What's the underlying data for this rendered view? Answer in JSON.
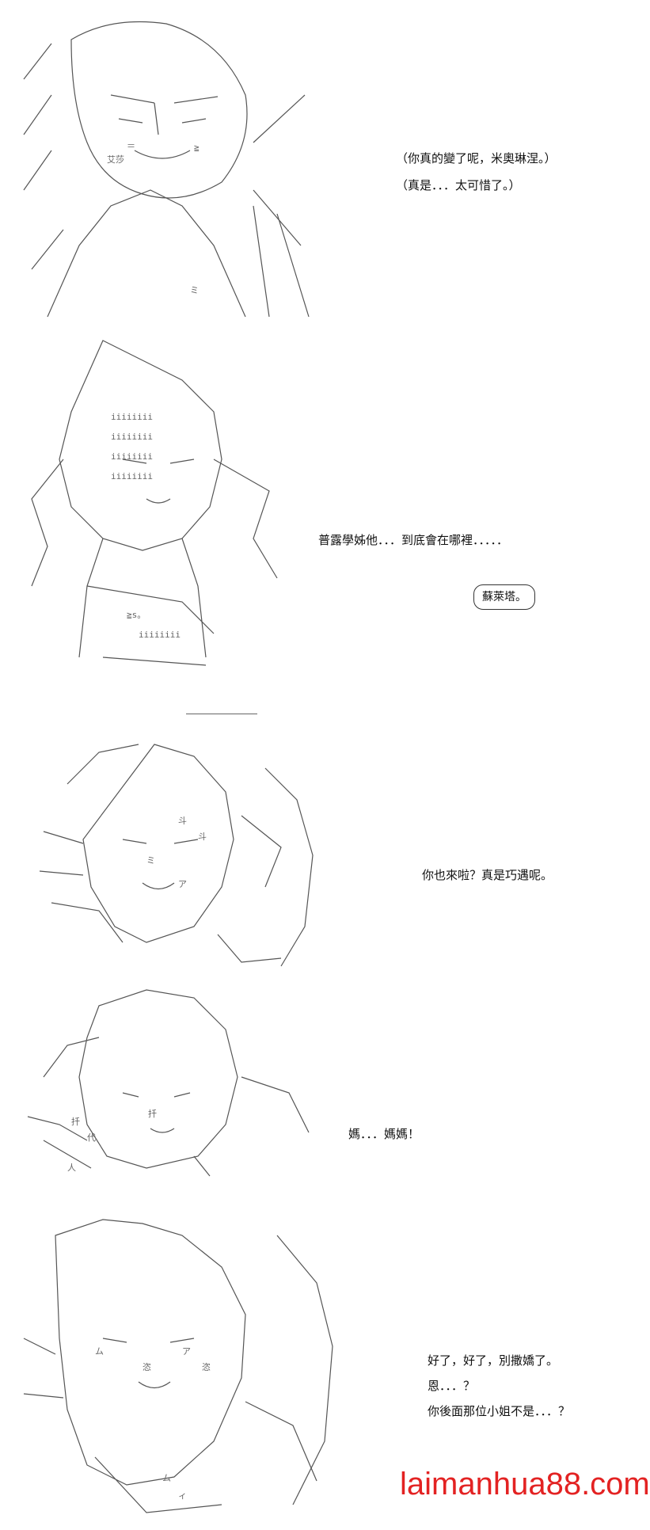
{
  "panels": [
    {
      "lines": [
        "（你真的變了呢，米奧琳涅。）",
        "（真是．．．太可惜了。）"
      ]
    },
    {
      "lines": [
        "普露學姊他．．．到底會在哪裡．．．．．"
      ],
      "bubble": "蘇萊塔。"
    },
    {
      "lines": [
        "你也來啦？真是巧遇呢。"
      ]
    },
    {
      "lines": [
        "媽．．．媽媽！"
      ]
    },
    {
      "lines": [
        "好了，好了，別撒嬌了。",
        "恩．．．？",
        "你後面那位小姐不是．．．？"
      ]
    }
  ],
  "watermark": "laimanhua88.com",
  "colors": {
    "watermark": "#e32222",
    "text": "#111111",
    "art": "#555555"
  }
}
